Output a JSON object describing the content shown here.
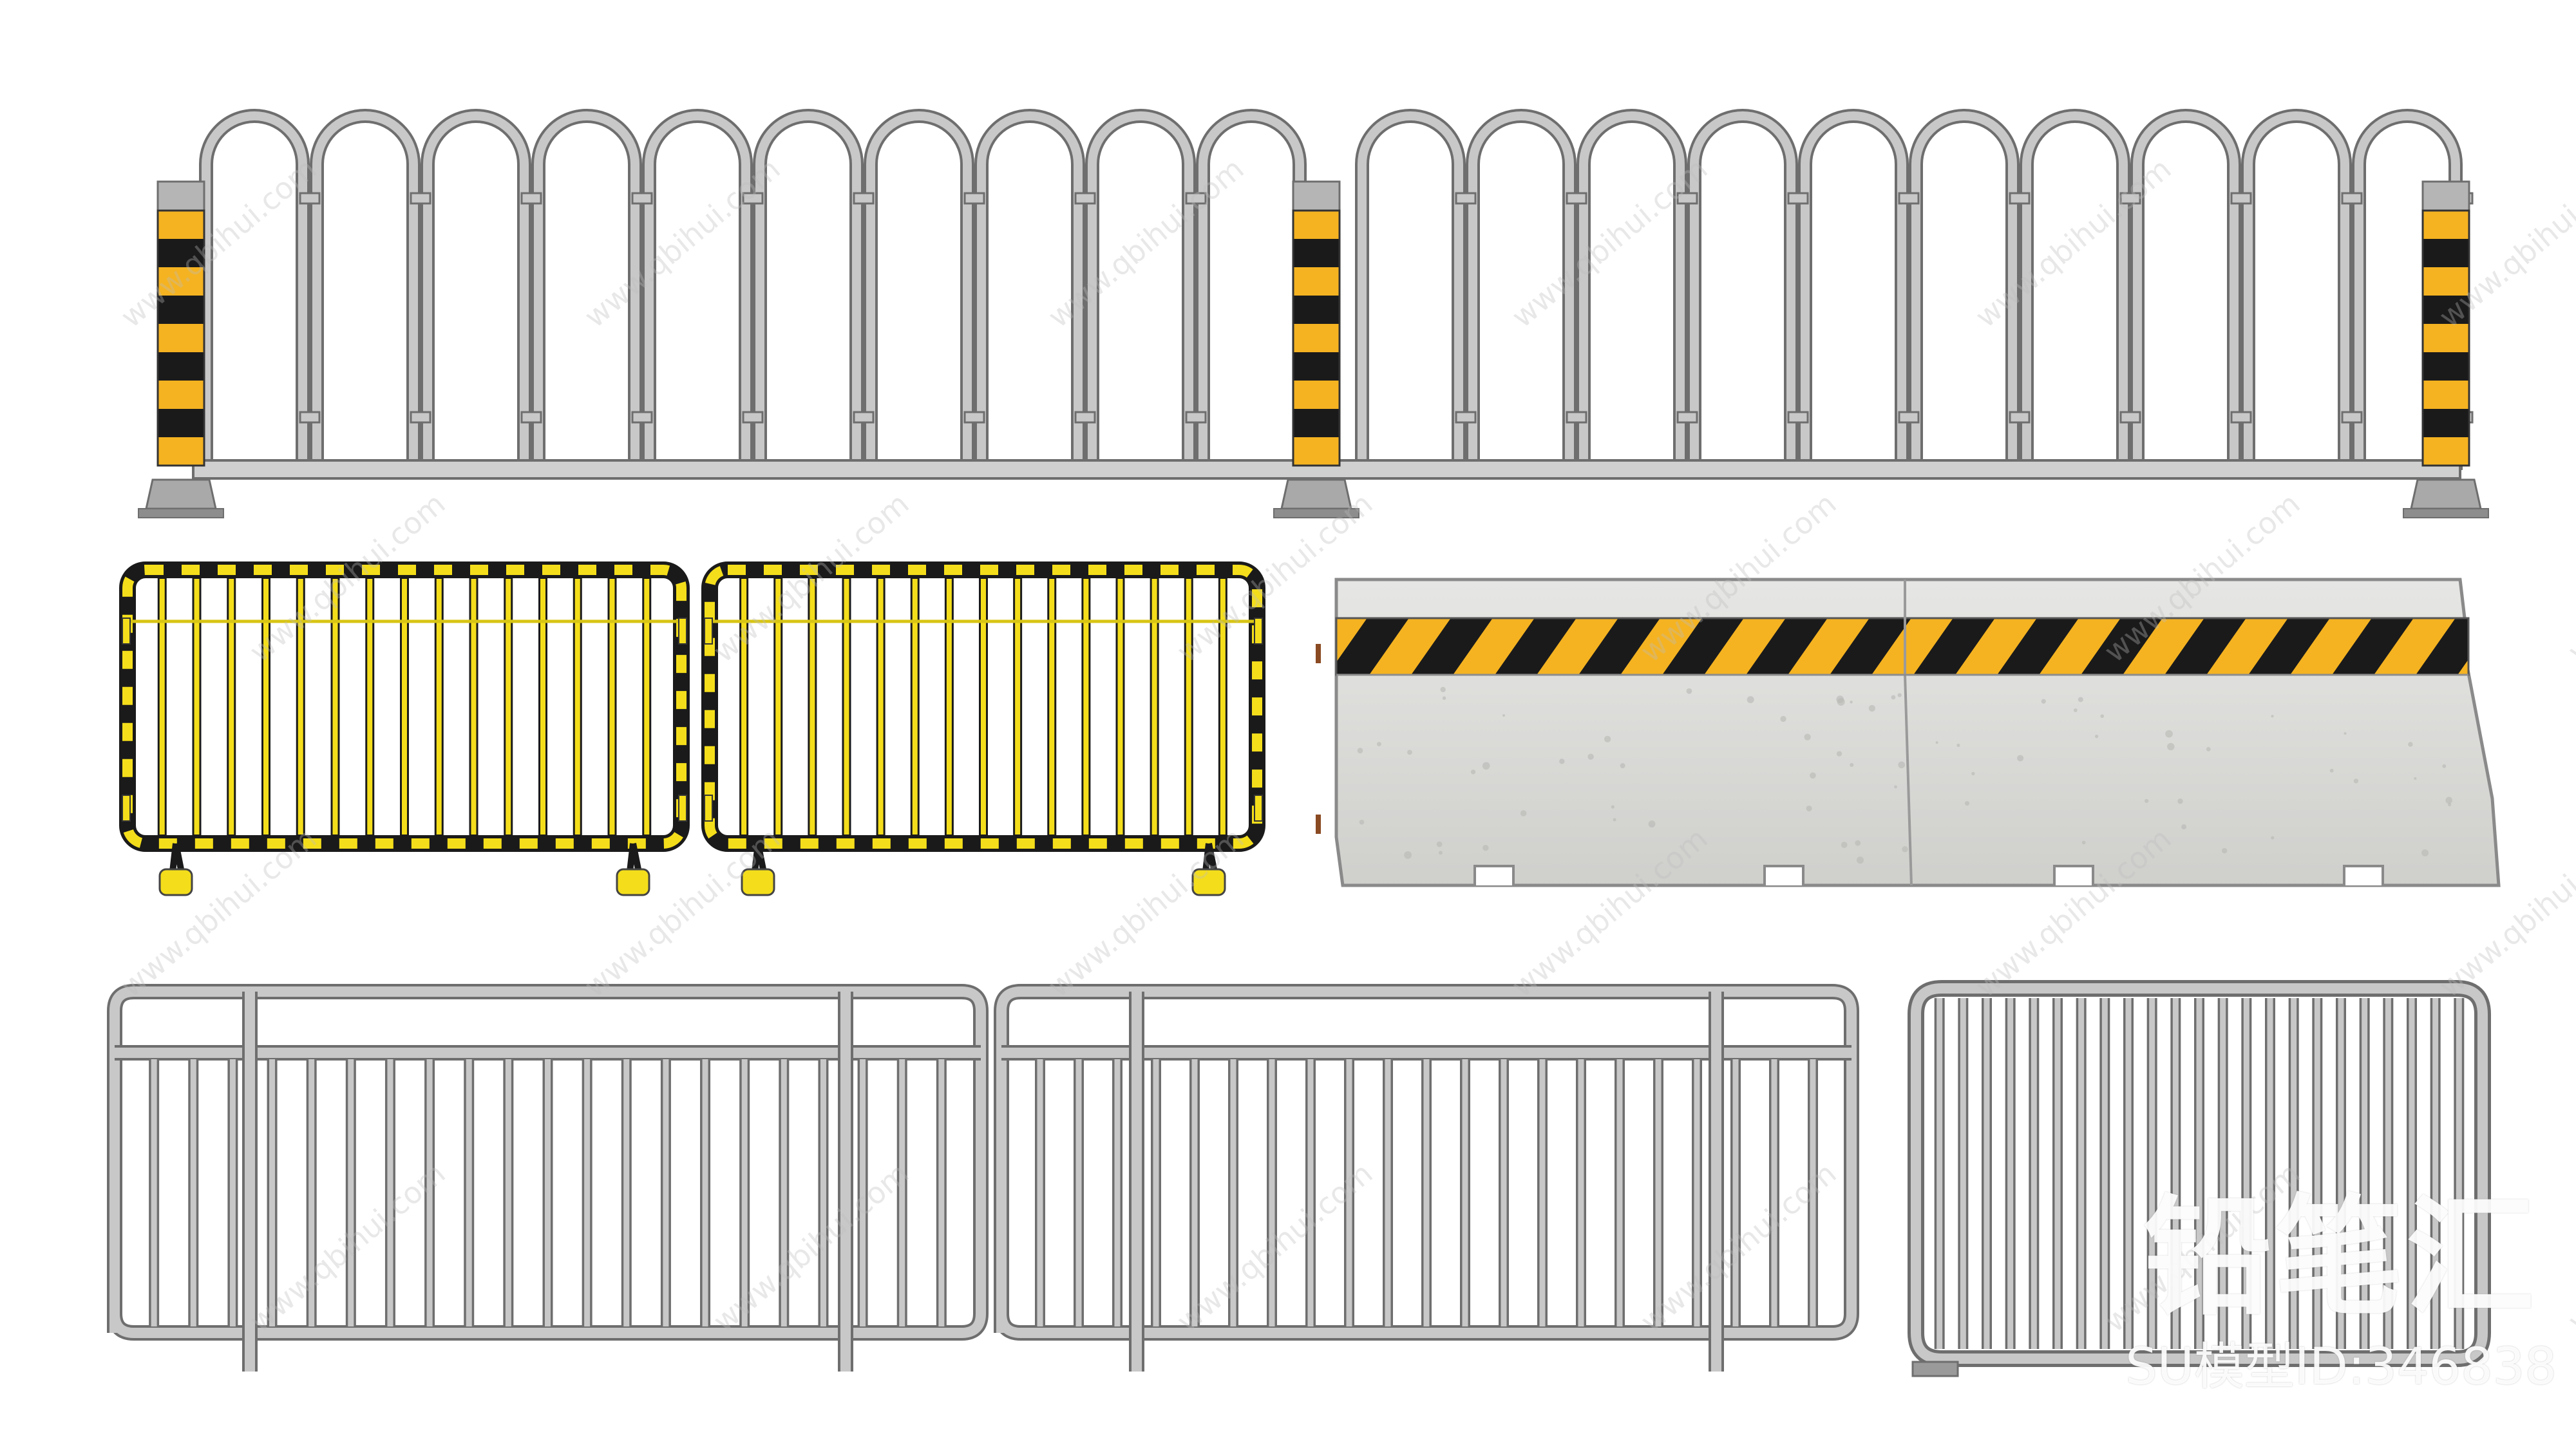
{
  "watermark": {
    "brand": "铅笔汇",
    "model_id": "SU模型ID:346838",
    "site": "www.qbihui.com"
  },
  "colors": {
    "steel": "#c8c8c8",
    "steel_edge": "#6e6e6e",
    "hazard_yellow": "#f5b321",
    "barrier_yellow": "#f4de1b",
    "black": "#1a1a1a",
    "concrete": "#d9d9d7"
  },
  "objects": [
    {
      "name": "arched-railing-with-striped-posts",
      "kind": "fence"
    },
    {
      "name": "yellow-black-crowd-barrier",
      "kind": "fence",
      "panels": 2
    },
    {
      "name": "concrete-jersey-barrier",
      "kind": "barrier",
      "segments": 2
    },
    {
      "name": "gray-tube-railing",
      "kind": "fence",
      "panels": 2
    },
    {
      "name": "gray-steel-crowd-barrier",
      "kind": "fence"
    }
  ]
}
